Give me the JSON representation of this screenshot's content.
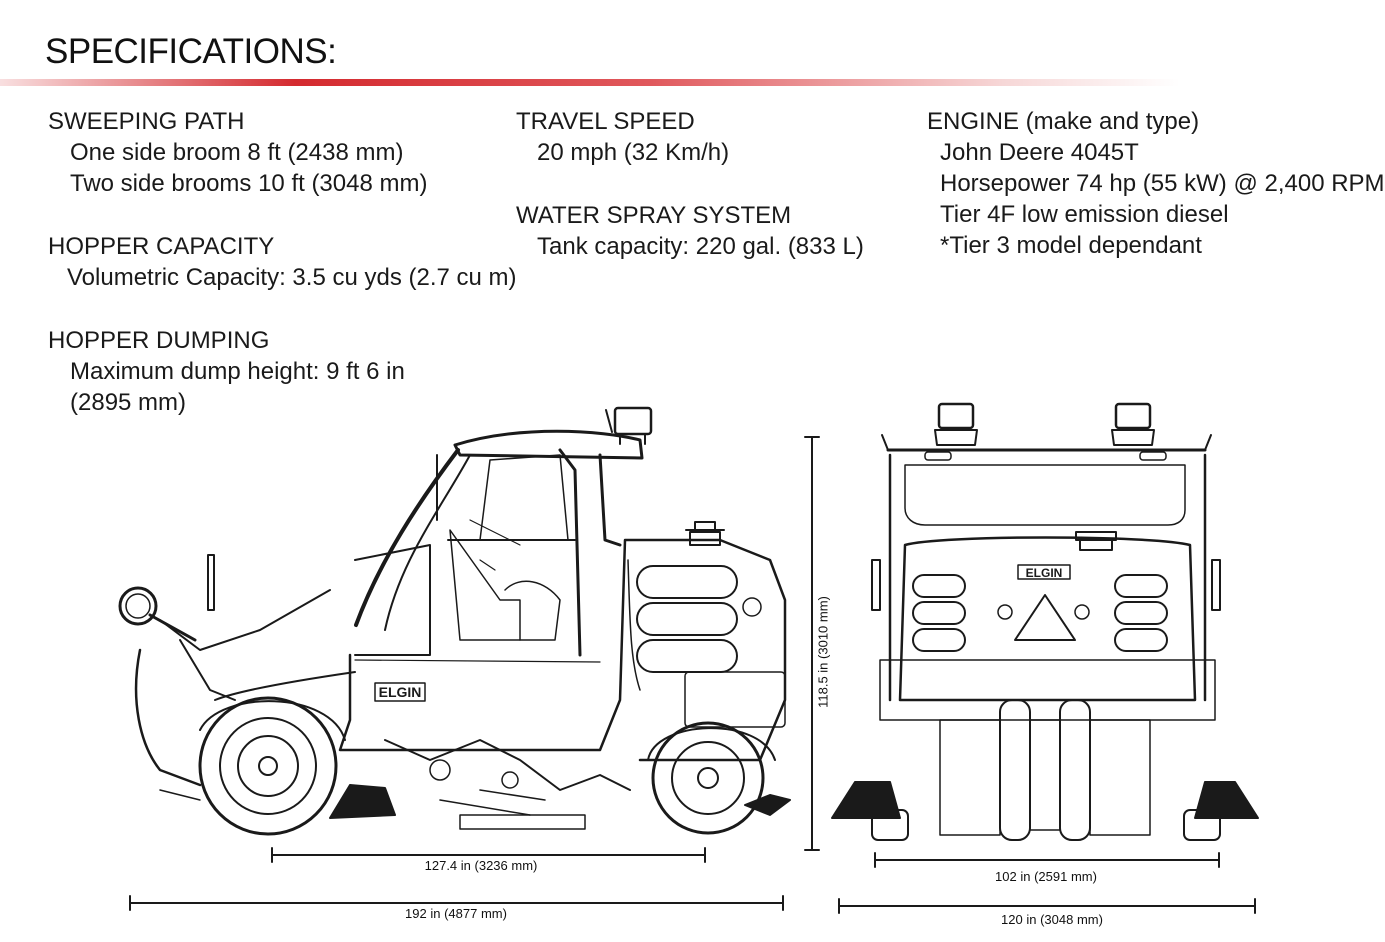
{
  "title": "SPECIFICATIONS:",
  "specs": {
    "sweeping_path": {
      "heading": "SWEEPING PATH",
      "lines": [
        "One side broom 8 ft (2438 mm)",
        "Two side brooms 10 ft (3048 mm)"
      ]
    },
    "hopper_capacity": {
      "heading": "HOPPER CAPACITY",
      "lines": [
        "Volumetric Capacity: 3.5 cu yds (2.7 cu m)"
      ]
    },
    "hopper_dumping": {
      "heading": "HOPPER DUMPING",
      "lines": [
        "Maximum dump height: 9 ft 6 in",
        "(2895 mm)"
      ]
    },
    "travel_speed": {
      "heading": "TRAVEL SPEED",
      "lines": [
        "20 mph (32 Km/h)"
      ]
    },
    "water_spray": {
      "heading": "WATER SPRAY SYSTEM",
      "lines": [
        "Tank capacity: 220 gal. (833 L)"
      ]
    },
    "engine": {
      "heading": "ENGINE (make and type)",
      "lines": [
        "John Deere 4045T",
        "Horsepower 74 hp (55 kW) @ 2,400 RPM",
        "Tier 4F low emission diesel",
        "*Tier 3 model dependant"
      ]
    }
  },
  "dimensions": {
    "wheelbase": "127.4 in (3236 mm)",
    "overall_length": "192 in (4877 mm)",
    "height": "118.5 in (3010 mm)",
    "width_body": "102 in (2591 mm)",
    "width_overall": "120 in (3048 mm)"
  },
  "brand_mark": "ELGIN",
  "colors": {
    "accent": "#d42a2f",
    "ink": "#1a1a1a"
  }
}
